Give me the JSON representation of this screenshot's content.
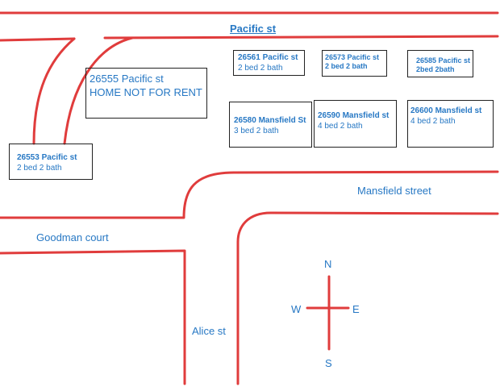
{
  "streets": {
    "pacific": "Pacific st",
    "mansfield": "Mansfield street",
    "goodman": "Goodman court",
    "alice": "Alice st"
  },
  "lots": [
    {
      "address": "26555 Pacific st",
      "description": "HOME NOT FOR RENT"
    },
    {
      "address": "26553 Pacific st",
      "description": "2 bed 2 bath"
    },
    {
      "address": "26561 Pacific st",
      "description": "2 bed 2 bath"
    },
    {
      "address": "26573 Pacific st",
      "description": "2 bed 2 bath"
    },
    {
      "address": "26585 Pacific st",
      "description": "2bed 2bath"
    },
    {
      "address": "26580 Mansfield St",
      "description": "3 bed 2 bath"
    },
    {
      "address": "26590 Mansfield st",
      "description": "4 bed 2 bath"
    },
    {
      "address": "26600 Mansfield st",
      "description": "4 bed 2 bath"
    }
  ],
  "compass": {
    "north": "N",
    "south": "S",
    "east": "E",
    "west": "W"
  },
  "colors": {
    "road": "#e03c3c",
    "text": "#2778c4",
    "lot_border": "#222222"
  }
}
